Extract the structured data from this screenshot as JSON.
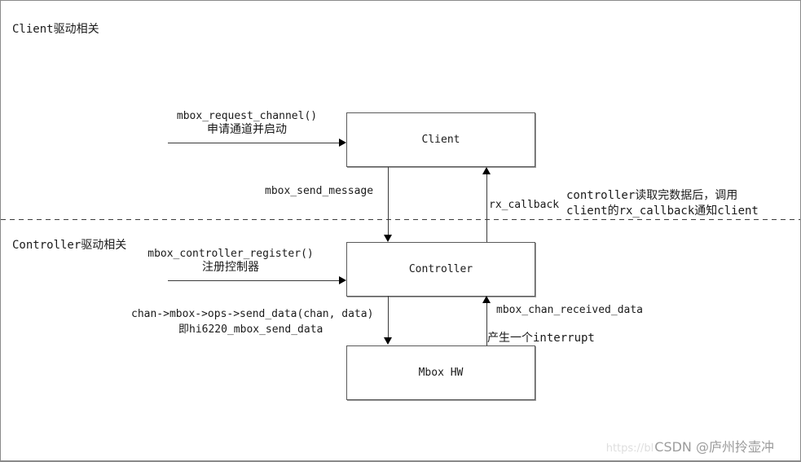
{
  "sections": {
    "client_title": "Client驱动相关",
    "controller_title": "Controller驱动相关"
  },
  "boxes": {
    "client": "Client",
    "controller": "Controller",
    "mbox_hw": "Mbox HW"
  },
  "labels": {
    "request_channel_line1": "mbox_request_channel()",
    "request_channel_line2": "申请通道并启动",
    "send_message": "mbox_send_message",
    "rx_callback": "rx_callback",
    "callback_note_line1": "controller读取完数据后，调用",
    "callback_note_line2": "client的rx_callback通知client",
    "controller_register_line1": "mbox_controller_register()",
    "controller_register_line2": "注册控制器",
    "send_data_line1": "chan->mbox->ops->send_data(chan, data)",
    "send_data_line2": "即hi6220_mbox_send_data",
    "chan_received_data": "mbox_chan_received_data",
    "interrupt": "产生一个interrupt"
  },
  "watermark": {
    "url_fragment": "https://bl",
    "signature": "CSDN @庐州拎壶冲"
  },
  "colors": {
    "line": "#3a3a3a",
    "box_border": "#5a5a5a",
    "box_shadow": "#9a9a9a",
    "watermark_gray": "#9c9c9c",
    "watermark_light": "#dedede"
  }
}
